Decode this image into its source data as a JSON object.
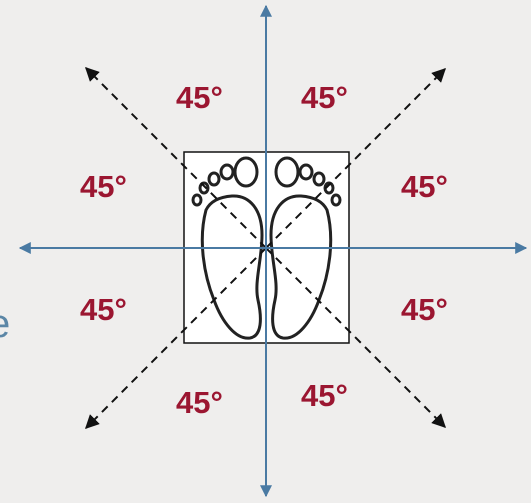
{
  "diagram": {
    "angle_labels": [
      "45°",
      "45°",
      "45°",
      "45°",
      "45°",
      "45°",
      "45°",
      "45°"
    ],
    "edge_letter": "e",
    "colors": {
      "background": "#efeeed",
      "axis": "#4a7aa3",
      "diagonal": "#111111",
      "label": "#9b1631",
      "foot_outline": "#222222"
    },
    "icons": {
      "feet": "footprints-icon"
    }
  }
}
